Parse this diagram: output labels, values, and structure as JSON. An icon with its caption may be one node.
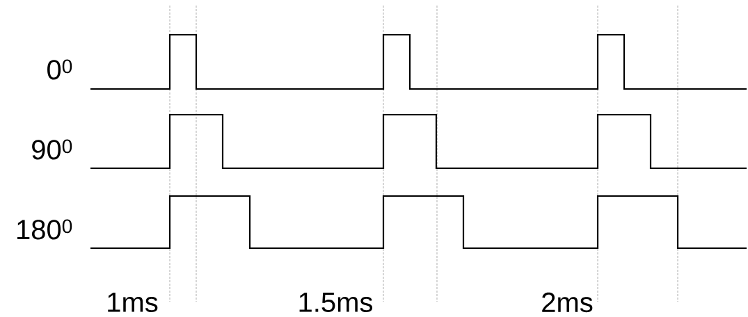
{
  "diagram": {
    "labels": [
      "0$^{0}$",
      "90$^{0}$",
      "180$^{0}$",
      "1ms",
      "1.5ms",
      "2ms"
    ]
  }
}
